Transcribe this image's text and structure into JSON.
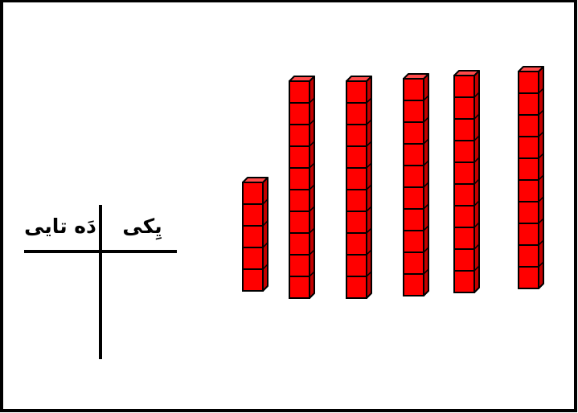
{
  "place_value_chart": {
    "tens_label": "دَە تایی",
    "ones_label": "یِکی"
  },
  "blocks": {
    "color": "#ff0000",
    "columns": [
      {
        "kind": "ones",
        "count": 5
      },
      {
        "kind": "ten",
        "count": 10
      },
      {
        "kind": "ten",
        "count": 10
      },
      {
        "kind": "ten",
        "count": 10
      },
      {
        "kind": "ten",
        "count": 10
      },
      {
        "kind": "ten",
        "count": 10
      }
    ]
  }
}
